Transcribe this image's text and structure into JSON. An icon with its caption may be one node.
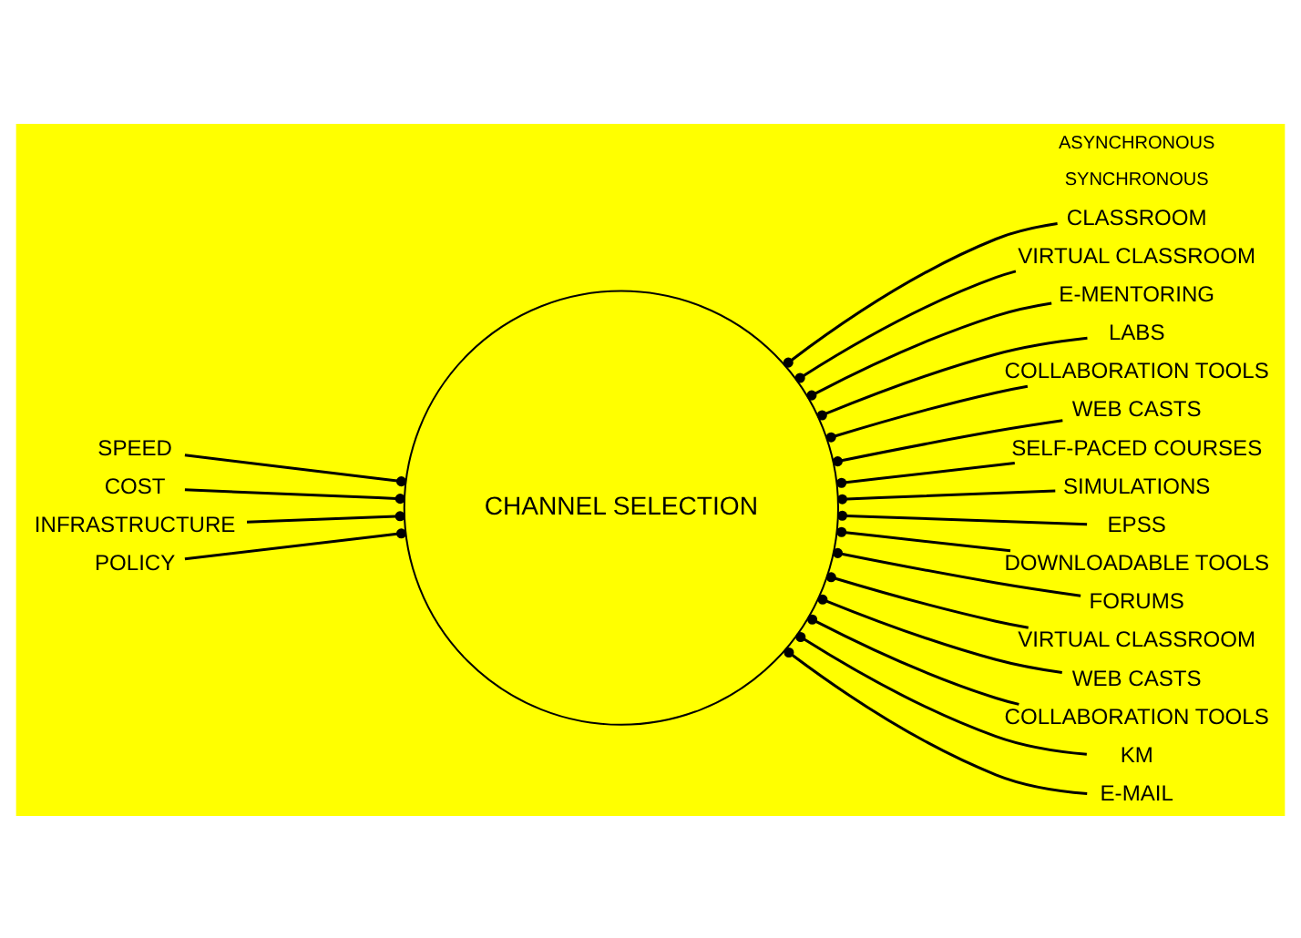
{
  "diagram": {
    "nodes": [
      {
        "text": [
          "SPEED"
        ]
      },
      {
        "text": [
          "COST"
        ]
      },
      {
        "text": [
          "INFRASTRUCTURE"
        ]
      },
      {
        "text": [
          "POLICY"
        ]
      },
      {
        "text": [
          "CHANNEL SELECTION"
        ]
      },
      {
        "text": [
          "CLASSROOM"
        ]
      },
      {
        "text": [
          "VIRTUAL CLASSROOM"
        ]
      },
      {
        "text": [
          "E-MENTORING"
        ]
      },
      {
        "text": [
          "LABS"
        ]
      },
      {
        "text": [
          "COLLABORATION TOOLS"
        ]
      },
      {
        "text": [
          "WEB CASTS"
        ]
      },
      {
        "text": [
          "SELF-PACED COURSES"
        ]
      },
      {
        "text": [
          "SIMULATIONS"
        ]
      },
      {
        "text": [
          "EPSS"
        ]
      },
      {
        "text": [
          "DOWNLOADABLE TOOLS"
        ]
      },
      {
        "text": [
          "FORUMS"
        ]
      },
      {
        "text": [
          "VIRTUAL CLASSROOM"
        ]
      },
      {
        "text": [
          "WEB CASTS"
        ]
      },
      {
        "text": [
          "COLLABORATION TOOLS"
        ]
      },
      {
        "text": [
          "KM"
        ]
      },
      {
        "text": [
          "E-MAIL"
        ]
      }
    ],
    "edges": [
      {
        "from": 0,
        "to": 4,
        "arrow": "other"
      },
      {
        "from": 1,
        "to": 4,
        "arrow": "other"
      },
      {
        "from": 2,
        "to": 4,
        "arrow": "other"
      },
      {
        "from": 3,
        "to": 4,
        "arrow": "other"
      },
      {
        "from": 5,
        "to": 4,
        "arrow": "other"
      },
      {
        "from": 6,
        "to": 4,
        "arrow": "other"
      },
      {
        "from": 7,
        "to": 4,
        "arrow": "other"
      },
      {
        "from": 8,
        "to": 4,
        "arrow": "other"
      },
      {
        "from": 9,
        "to": 4,
        "arrow": "other"
      },
      {
        "from": 10,
        "to": 4,
        "arrow": "other"
      },
      {
        "from": 11,
        "to": 4,
        "arrow": "other"
      },
      {
        "from": 12,
        "to": 4,
        "arrow": "other"
      },
      {
        "from": 13,
        "to": 4,
        "arrow": "other"
      },
      {
        "from": 14,
        "to": 4,
        "arrow": "other"
      },
      {
        "from": 15,
        "to": 4,
        "arrow": "other"
      },
      {
        "from": 16,
        "to": 4,
        "arrow": "other"
      },
      {
        "from": 17,
        "to": 4,
        "arrow": "other"
      },
      {
        "from": 18,
        "to": 4,
        "arrow": "other"
      },
      {
        "from": 19,
        "to": 4,
        "arrow": "other"
      },
      {
        "from": 20,
        "to": 4,
        "arrow": "other"
      }
    ],
    "labels": [
      "SYNCHRONOUS",
      "ASYNCHRONOUS"
    ]
  }
}
